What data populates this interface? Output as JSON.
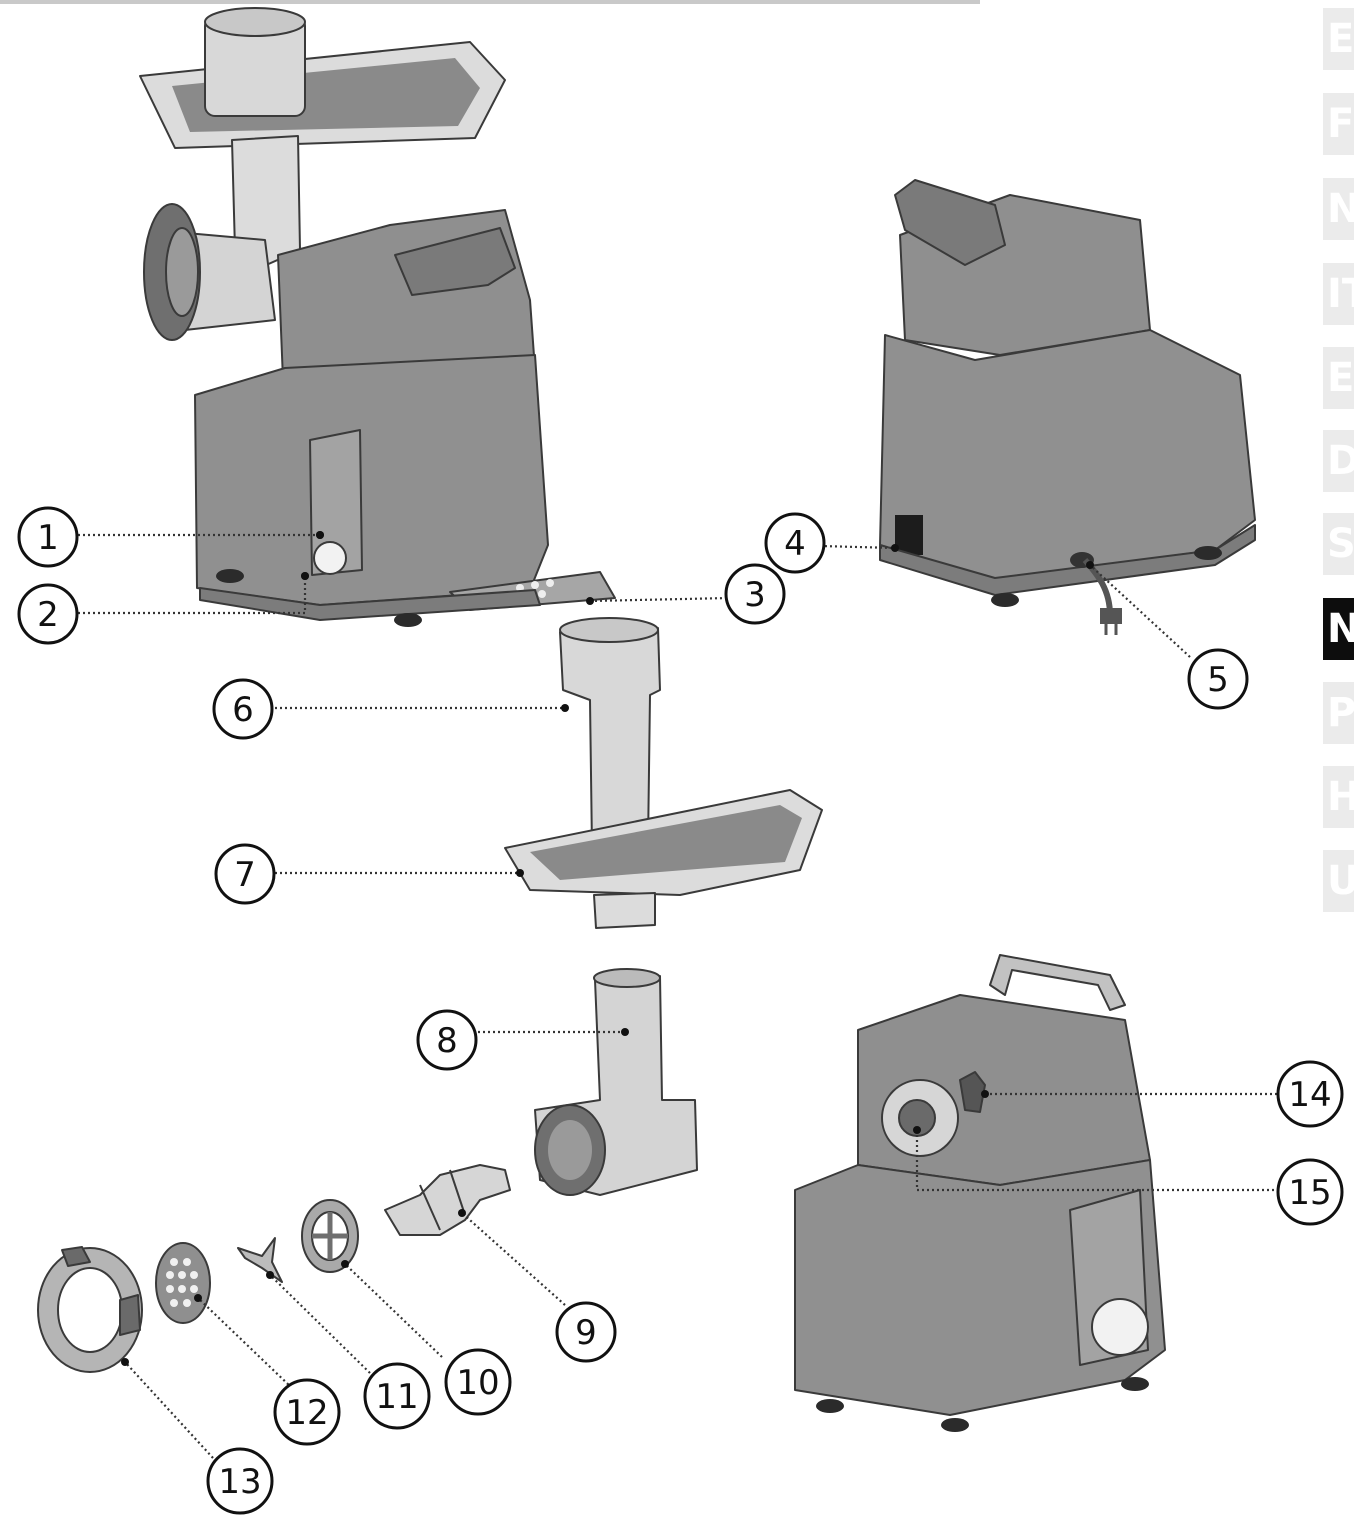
{
  "language_tabs": [
    {
      "letter": "E",
      "active": false
    },
    {
      "letter": "F",
      "active": false
    },
    {
      "letter": "N",
      "active": false
    },
    {
      "letter": "IT",
      "active": false
    },
    {
      "letter": "E",
      "active": false
    },
    {
      "letter": "D",
      "active": false
    },
    {
      "letter": "S",
      "active": false
    },
    {
      "letter": "N",
      "active": true
    },
    {
      "letter": "P",
      "active": false
    },
    {
      "letter": "H",
      "active": false
    },
    {
      "letter": "U",
      "active": false
    }
  ],
  "callouts": [
    "1",
    "2",
    "3",
    "4",
    "5",
    "6",
    "7",
    "8",
    "9",
    "10",
    "11",
    "12",
    "13",
    "14",
    "15"
  ],
  "colors": {
    "body": "#8f8f8f",
    "body_dark": "#6f6f6f",
    "body_light": "#a9a9a9",
    "tray": "#dcdcdc",
    "tray_inner": "#8a8a8a",
    "outline": "#3a3a3a",
    "feet": "#2b2b2b",
    "active_tab": "#0d0d0d",
    "inactive_tab": "#ebebeb"
  }
}
